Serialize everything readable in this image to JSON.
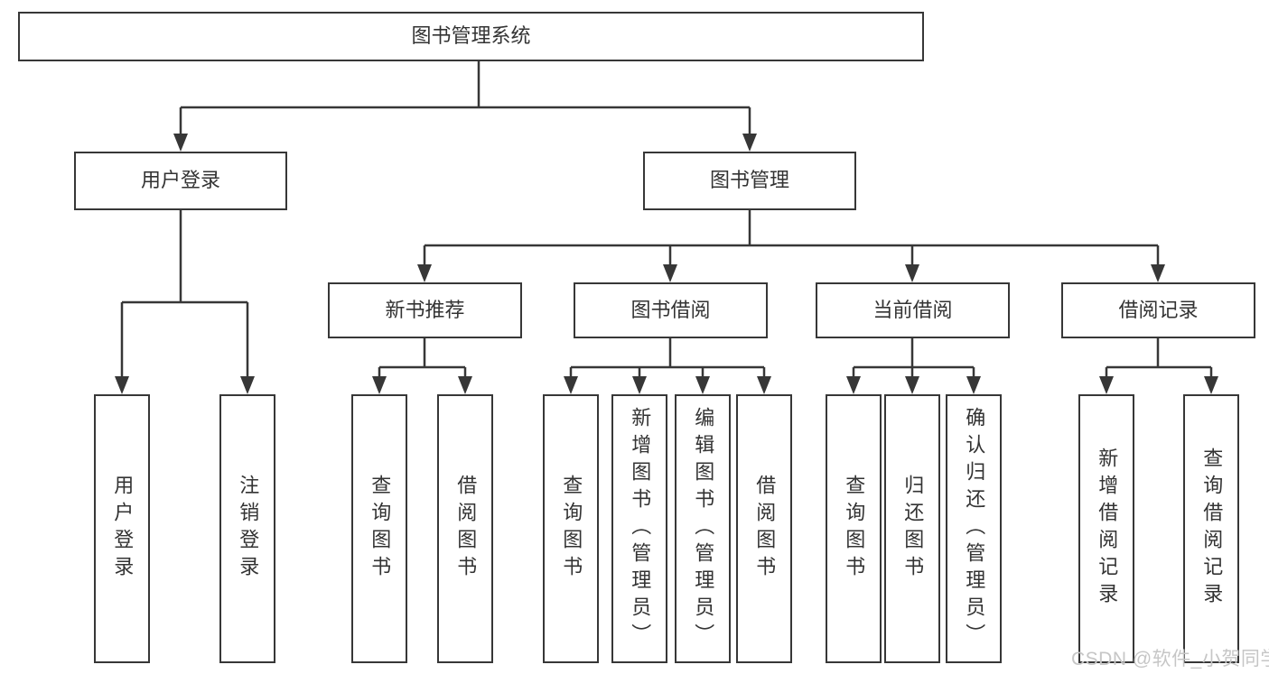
{
  "title": "图书管理系统",
  "colors": {
    "line": "#373737",
    "box_border": "#373737",
    "text": "#333333",
    "watermark": "#c6c6c6",
    "background": "#ffffff"
  },
  "tree": {
    "root": {
      "label": "图书管理系统"
    },
    "branches": [
      {
        "label": "用户登录",
        "leaves": [
          {
            "label": "用户登录"
          },
          {
            "label": "注销登录"
          }
        ]
      },
      {
        "label": "图书管理",
        "groups": [
          {
            "label": "新书推荐",
            "leaves": [
              {
                "label": "查询图书"
              },
              {
                "label": "借阅图书"
              }
            ]
          },
          {
            "label": "图书借阅",
            "leaves": [
              {
                "label": "查询图书"
              },
              {
                "label": "新增图书（管理员）"
              },
              {
                "label": "编辑图书（管理员）"
              },
              {
                "label": "借阅图书"
              }
            ]
          },
          {
            "label": "当前借阅",
            "leaves": [
              {
                "label": "查询图书"
              },
              {
                "label": "归还图书"
              },
              {
                "label": "确认归还（管理员）"
              }
            ]
          },
          {
            "label": "借阅记录",
            "leaves": [
              {
                "label": "新增借阅记录"
              },
              {
                "label": "查询借阅记录"
              }
            ]
          }
        ]
      }
    ]
  },
  "watermark": {
    "text": "CSDN @软件_小贺同学"
  }
}
